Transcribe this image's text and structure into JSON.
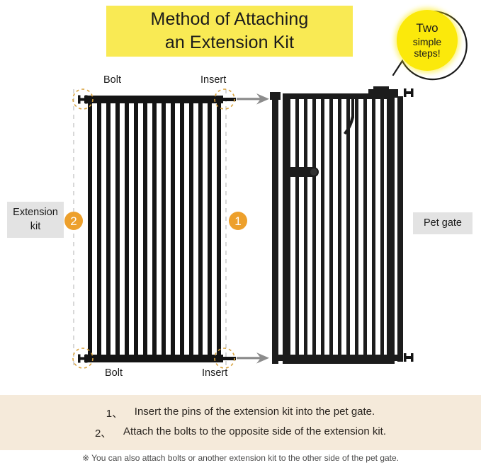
{
  "title": {
    "line1": "Method of Attaching",
    "line2": "an Extension Kit",
    "highlight_color": "#F9EA54"
  },
  "badge": {
    "line1": "Two",
    "line2": "simple",
    "line3": "steps!",
    "color": "#FBE90B"
  },
  "diagram": {
    "labels": {
      "bolt_top": "Bolt",
      "insert_top": "Insert",
      "bolt_bottom": "Bolt",
      "insert_bottom": "Insert"
    },
    "tags": {
      "extension_kit_line1": "Extension",
      "extension_kit_line2": "kit",
      "pet_gate": "Pet gate"
    },
    "steps": {
      "one": "1",
      "two": "2",
      "color": "#EDA02C"
    },
    "extension_kit": {
      "bar_count": 15
    },
    "pet_gate": {
      "bar_count": 13
    },
    "highlight_circle_color": "#D9A441",
    "arrow_color": "#8C8C8C",
    "guide_color": "#BFBFBF"
  },
  "instructions": {
    "panel_color": "#F5EADA",
    "items": [
      {
        "num": "1、",
        "text": "Insert the pins of the extension kit into the pet gate."
      },
      {
        "num": "2、",
        "text": "Attach the bolts to the opposite side of the extension kit."
      }
    ],
    "footnote": "※ You can also attach bolts or another extension kit to the other side of the pet gate."
  }
}
